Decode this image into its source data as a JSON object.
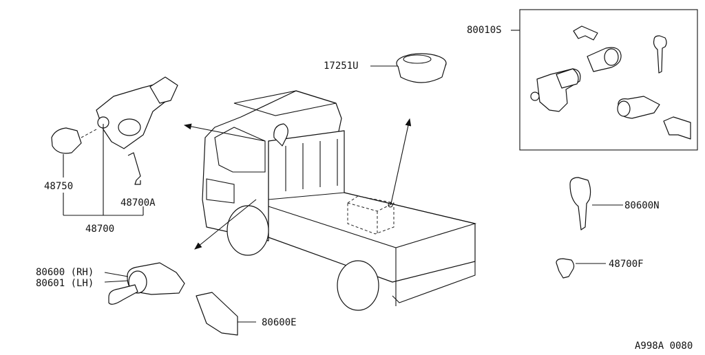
{
  "parts": {
    "kit": "80010S",
    "fuel_cap": "17251U",
    "steering_lock_pin": "48750",
    "ignition_switch": "48700",
    "screw": "48700A",
    "door_lock_rh": "80600 (RH)",
    "door_lock_lh": "80601 (LH)",
    "lock_rod": "80600E",
    "key_blank": "80600N",
    "switch_cap": "48700F"
  },
  "diagram_code": "A998A 0080",
  "colors": {
    "ink": "#111111",
    "background": "#ffffff"
  }
}
